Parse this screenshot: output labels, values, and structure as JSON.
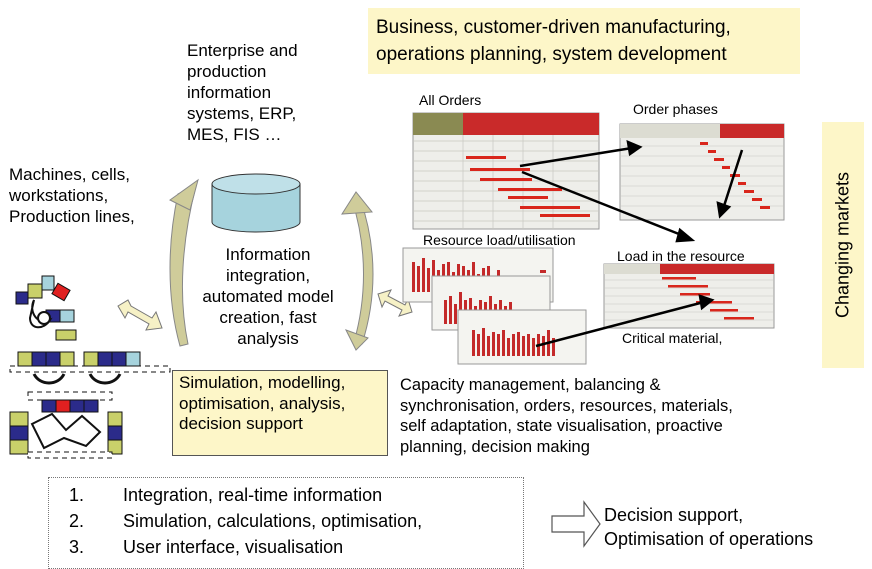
{
  "banner": {
    "line1": "Business, customer-driven manufacturing,",
    "line2": "operations planning, system development"
  },
  "enterprise": [
    "Enterprise and",
    "production",
    "information",
    "systems, ERP,",
    "MES, FIS …"
  ],
  "machines": [
    "Machines, cells,",
    "workstations,",
    "Production lines,"
  ],
  "integration": [
    "Information",
    "integration,",
    "automated model",
    "creation, fast",
    "analysis"
  ],
  "simulation_box": [
    "Simulation, modelling,",
    "optimisation, analysis,",
    "decision support"
  ],
  "capacity": [
    "Capacity management, balancing &",
    "synchronisation, orders, resources, materials,",
    "self adaptation, state visualisation, proactive",
    "planning, decision making"
  ],
  "screens": {
    "all_orders": "All Orders",
    "order_phases": "Order phases",
    "resource_load": "Resource load/utilisation",
    "load_in_resource": "Load in the resource",
    "critical_material": "Critical material,"
  },
  "changing_markets": "Changing markets",
  "list": [
    {
      "num": "1.",
      "text": "Integration, real-time information"
    },
    {
      "num": "2.",
      "text": "Simulation, calculations, optimisation,"
    },
    {
      "num": "3.",
      "text": "User interface,  visualisation"
    }
  ],
  "decision": [
    "Decision support,",
    "Optimisation of operations"
  ],
  "colors": {
    "banner_bg": "#fdf6c8",
    "cylinder": "#a6d3dd",
    "gantt_bar": "#d9261c",
    "gantt_header": "#c92a2a",
    "arc_arrow": "#cfcc9a"
  }
}
